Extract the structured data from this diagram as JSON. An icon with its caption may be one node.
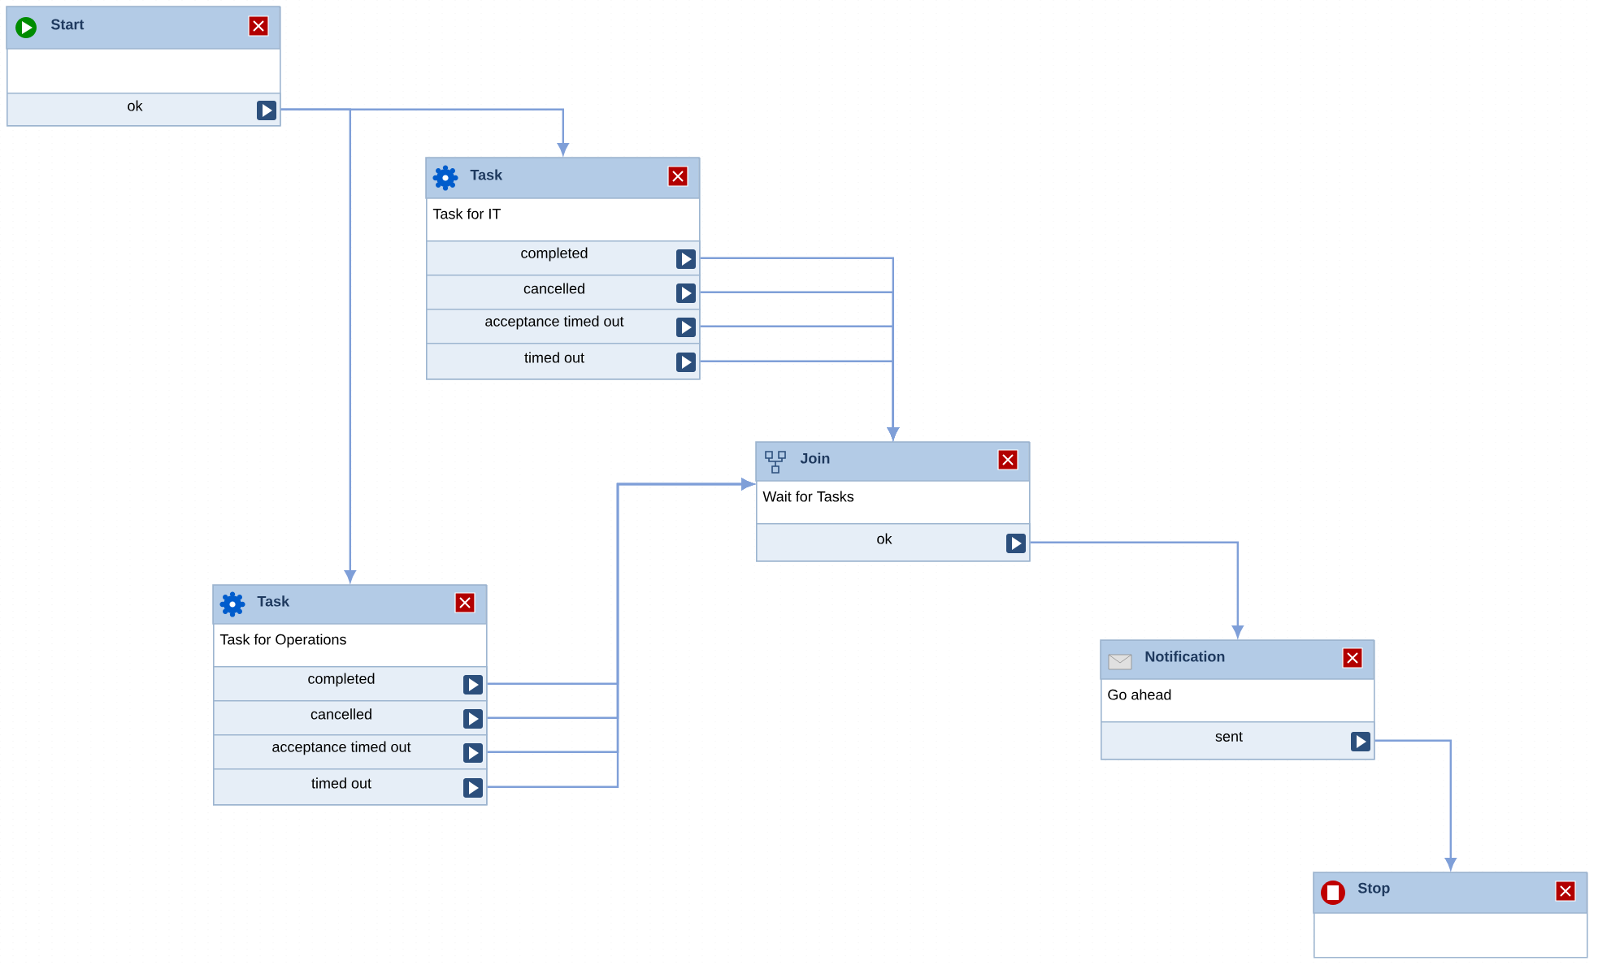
{
  "diagram": {
    "nodes": [
      {
        "text": [
          "Start"
        ]
      },
      {
        "text": [
          "ok"
        ],
        "in": 0
      },
      {
        "text": [
          "Task",
          "Task for IT"
        ]
      },
      {
        "text": [
          "completed"
        ],
        "in": 2
      },
      {
        "text": [
          "cancelled"
        ],
        "in": 2
      },
      {
        "text": [
          "acceptance timed out"
        ],
        "in": 2
      },
      {
        "text": [
          "timed out"
        ],
        "in": 2
      },
      {
        "text": [
          "Task",
          "Task for Operations"
        ]
      },
      {
        "text": [
          "completed"
        ],
        "in": 7
      },
      {
        "text": [
          "cancelled"
        ],
        "in": 7
      },
      {
        "text": [
          "acceptance timed out"
        ],
        "in": 7
      },
      {
        "text": [
          "timed out"
        ],
        "in": 7
      },
      {
        "text": [
          "Join",
          "Wait for Tasks"
        ]
      },
      {
        "text": [
          "ok"
        ],
        "in": 12
      },
      {
        "text": [
          "Notification",
          "Go ahead"
        ]
      },
      {
        "text": [
          "sent"
        ],
        "in": 14
      },
      {
        "text": [
          "Stop"
        ]
      }
    ],
    "edges": [
      {
        "from": 1,
        "to": 2,
        "arrow": "to"
      },
      {
        "from": 1,
        "to": 7,
        "arrow": "to"
      },
      {
        "from": 3,
        "to": 12,
        "arrow": "to"
      },
      {
        "from": 4,
        "to": 12,
        "arrow": "to"
      },
      {
        "from": 5,
        "to": 12,
        "arrow": "to"
      },
      {
        "from": 6,
        "to": 12,
        "arrow": "to"
      },
      {
        "from": 8,
        "to": 12,
        "arrow": "to"
      },
      {
        "from": 9,
        "to": 12,
        "arrow": "to"
      },
      {
        "from": 10,
        "to": 12,
        "arrow": "to"
      },
      {
        "from": 11,
        "to": 12,
        "arrow": "to"
      },
      {
        "from": 13,
        "to": 14,
        "arrow": "to"
      },
      {
        "from": 15,
        "to": 16,
        "arrow": "to"
      }
    ]
  }
}
